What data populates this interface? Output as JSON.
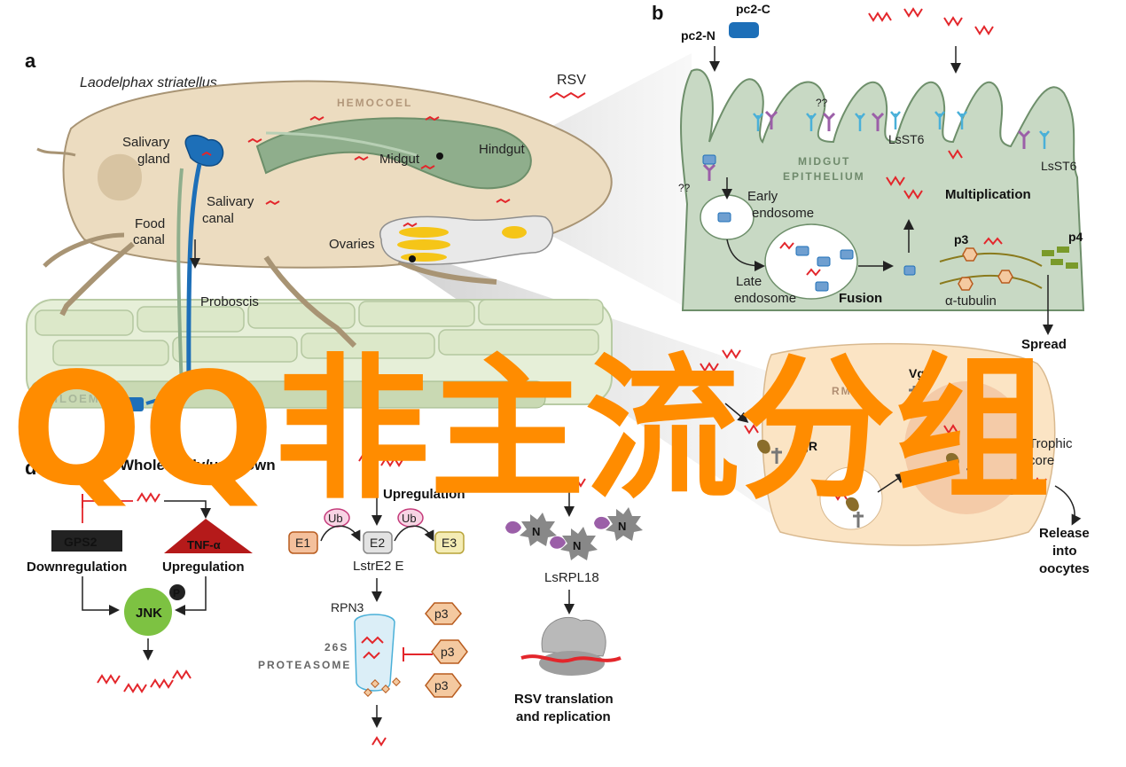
{
  "panels": {
    "a": "a",
    "b": "b",
    "d": "d"
  },
  "panel_a": {
    "species": "Laodelphax striatellus",
    "virus": "RSV",
    "hemocoel": "HEMOCOEL",
    "salivary_gland": [
      "Salivary",
      "gland"
    ],
    "salivary_canal": [
      "Salivary",
      "canal"
    ],
    "food_canal": [
      "Food",
      "canal"
    ],
    "midgut": "Midgut",
    "hindgut": "Hindgut",
    "ovaries": "Ovaries",
    "proboscis": "Proboscis",
    "phloem": "PHLOEM"
  },
  "panel_b": {
    "pc2n": "pc2-N",
    "pc2c": "pc2-C",
    "midgut_epithelium": [
      "MIDGUT",
      "EPITHELIUM"
    ],
    "lsst6_1": "LsST6",
    "lsst6_2": "LsST6",
    "qq1": "??",
    "qq2": "??",
    "early_endosome": [
      "Early",
      "endosome"
    ],
    "late_endosome": [
      "Late",
      "endosome"
    ],
    "fusion": "Fusion",
    "multiplication": "Multiplication",
    "p3": "p3",
    "p4": "p4",
    "tubulin": "α-tubulin",
    "spread": "Spread"
  },
  "panel_c": {
    "vgr_top": "VgR",
    "vgr": "VgR",
    "vg": "Vg",
    "germ": [
      "RM",
      "ELL"
    ],
    "trophic": [
      "Trophic",
      "core"
    ],
    "release": [
      "Release",
      "into",
      "oocytes"
    ]
  },
  "panel_d": {
    "whole_body": "Whole body/unknown",
    "gps2": "GPS2",
    "tnf": "TNF-α",
    "downreg": "Downregulation",
    "upreg_left": "Upregulation",
    "jnk": "JNK",
    "p": "P",
    "upreg_mid": "Upregulation",
    "ub1": "Ub",
    "ub2": "Ub",
    "e1": "E1",
    "e2": "E2",
    "e3": "E3",
    "lstre2": "LstrE2 E",
    "rpn3": "RPN3",
    "proteasome": [
      "26S",
      "PROTEASOME"
    ],
    "p3a": "p3",
    "p3b": "p3",
    "p3c": "p3",
    "n1": "N",
    "n2": "N",
    "n3": "N",
    "lsrpl18": "LsRPL18",
    "rsv_translation": [
      "RSV translation",
      "and replication"
    ]
  },
  "watermark": "QQ非主流分组",
  "colors": {
    "virus": "#e3262b",
    "insect": "#ecdcc0",
    "gut": "#8fae8c",
    "epithelium": "#c8d9c4",
    "receptor": "#4ab0d8",
    "vg": "#8a6d2b",
    "watermark": "#ff8c00",
    "ovary": "#f5c518",
    "gland": "#1d6fb8"
  }
}
